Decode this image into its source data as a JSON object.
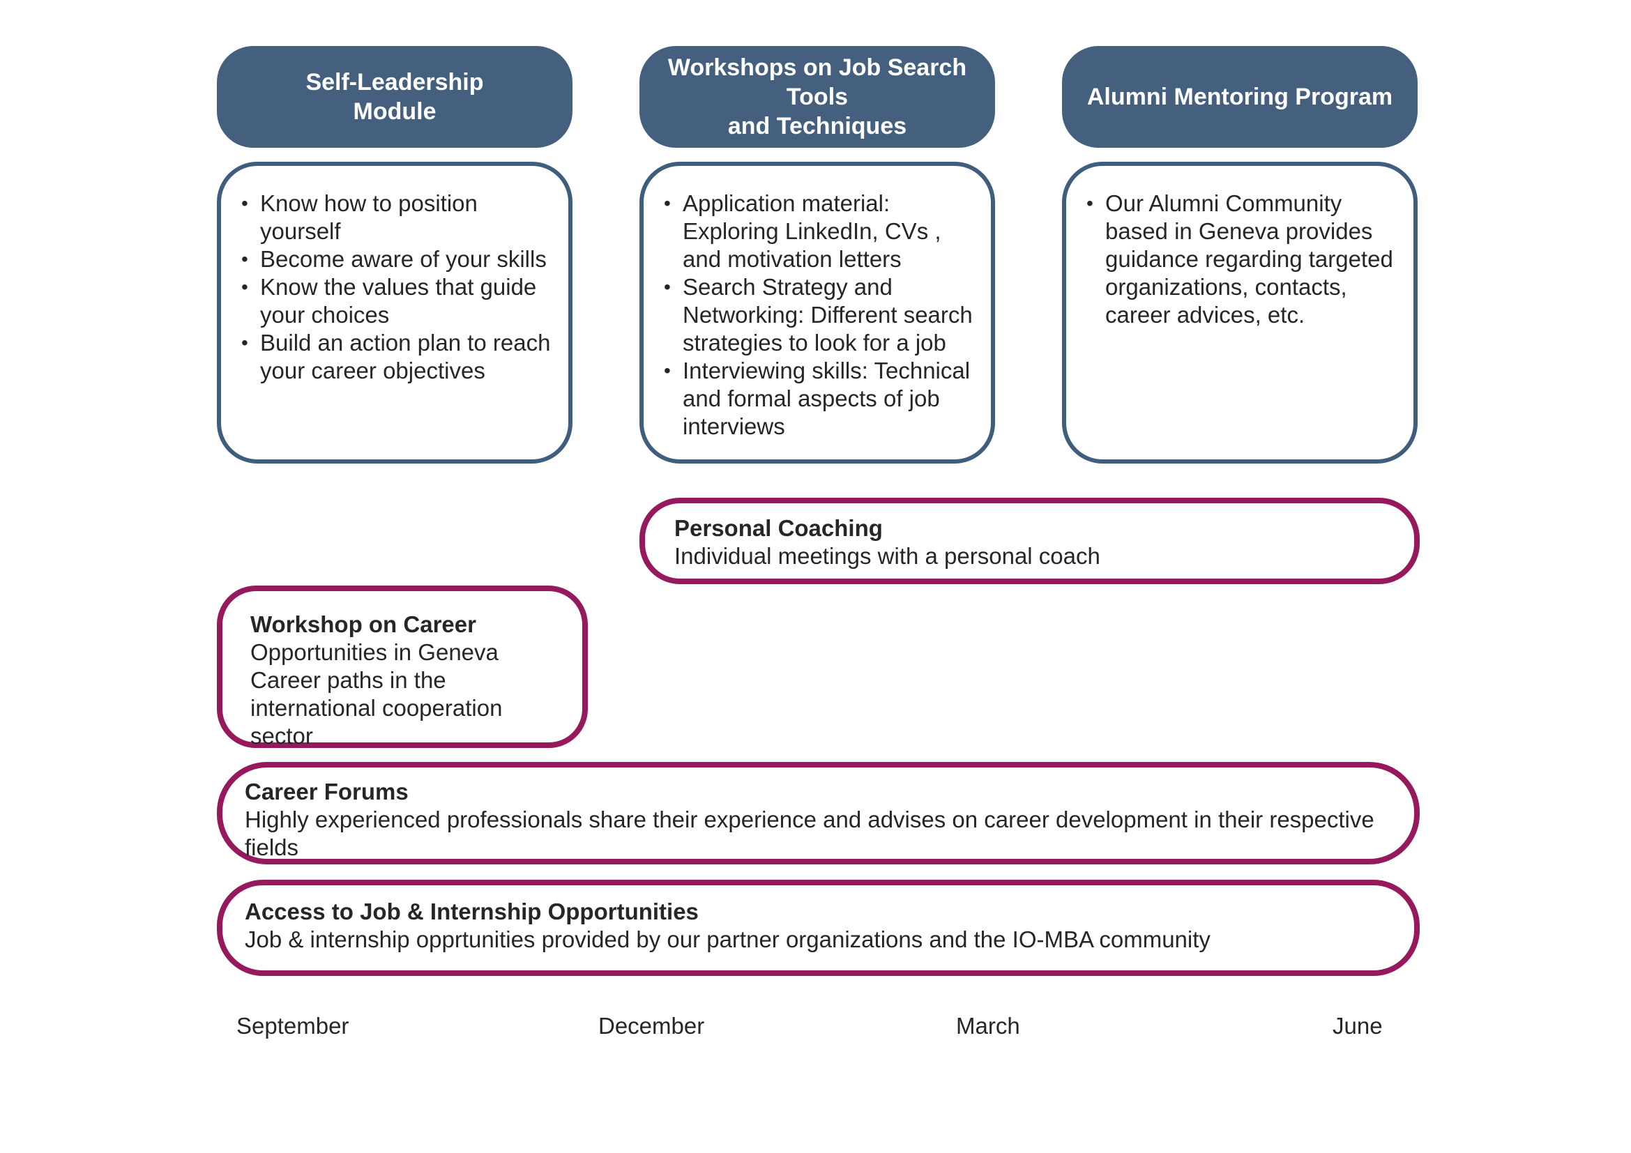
{
  "palette": {
    "header_fill": "#44607E",
    "header_text": "#FFFFFF",
    "card_border": "#3F5E7D",
    "banner_border": "#96195E",
    "body_text": "#262626",
    "background": "#FFFFFF"
  },
  "columns": [
    {
      "header_lines": [
        "Self-Leadership",
        "Module"
      ],
      "bullets": [
        "Know how to position yourself",
        "Become aware of your skills",
        "Know the values that guide your choices",
        "Build an action plan to reach your career objectives"
      ]
    },
    {
      "header_lines": [
        "Workshops on Job Search Tools",
        "and Techniques"
      ],
      "bullets": [
        "Application material: Exploring LinkedIn, CVs , and motivation letters",
        "Search Strategy and Networking: Different search strategies to look for a job",
        "Interviewing skills: Technical and formal aspects of job interviews"
      ]
    },
    {
      "header_lines": [
        "Alumni Mentoring Program"
      ],
      "bullets": [
        "Our Alumni Community based in Geneva provides guidance regarding targeted organizations, contacts, career advices, etc."
      ]
    }
  ],
  "banners": [
    {
      "title": "Personal Coaching",
      "body_lines": [
        "Individual meetings with a personal coach"
      ]
    },
    {
      "title": "Workshop on Career",
      "body_lines": [
        "Opportunities in Geneva",
        "Career paths in the international cooperation sector"
      ]
    },
    {
      "title": "Career Forums",
      "body_lines": [
        "Highly experienced professionals share their experience and advises on career development in their respective fields"
      ]
    },
    {
      "title": "Access to Job & Internship Opportunities",
      "body_lines": [
        "Job & internship opprtunities provided by our partner organizations and the IO-MBA community"
      ]
    }
  ],
  "timeline": {
    "months": [
      "September",
      "December",
      "March",
      "June"
    ]
  }
}
